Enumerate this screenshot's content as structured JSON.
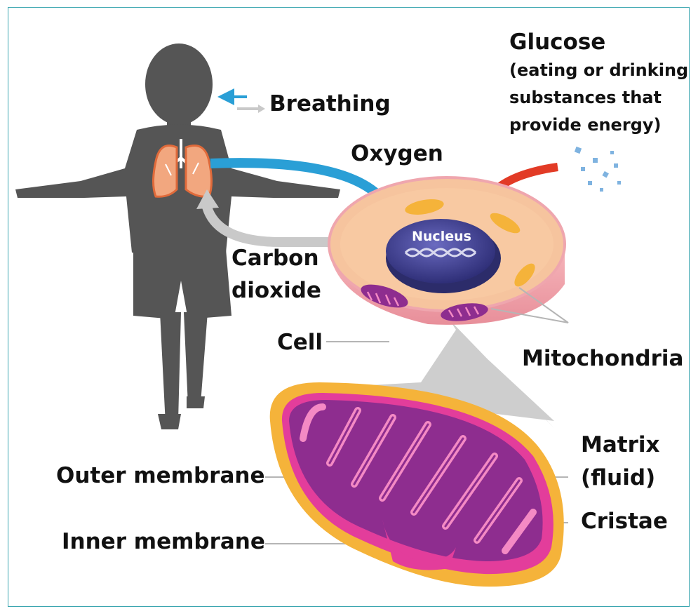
{
  "labels": {
    "breathing": "Breathing",
    "oxygen": "Oxygen",
    "glucose_title": "Glucose",
    "glucose_desc_1": "(eating or drinking",
    "glucose_desc_2": "substances that",
    "glucose_desc_3": "provide energy)",
    "nucleus": "Nucleus",
    "carbon_1": "Carbon",
    "carbon_2": "dioxide",
    "cell": "Cell",
    "mitochondria": "Mitochondria",
    "matrix_1": "Matrix",
    "matrix_2": "(fluid)",
    "cristae": "Cristae",
    "outer_membrane": "Outer membrane",
    "inner_membrane": "Inner membrane"
  },
  "colors": {
    "frame": "#3aa6b0",
    "silhouette": "#555555",
    "lungs": "#f2a77f",
    "oxygen_arrow": "#2a9fd6",
    "glucose_arrow": "#e23b26",
    "co2_arrow": "#c9c9c9",
    "cell_fill": "#f6c49e",
    "cell_side": "#efa6ae",
    "nucleus": "#3f3f8f",
    "mito_outer": "#f5b33a",
    "mito_matrix": "#8e2d8f",
    "cristae": "#f48ac4"
  }
}
